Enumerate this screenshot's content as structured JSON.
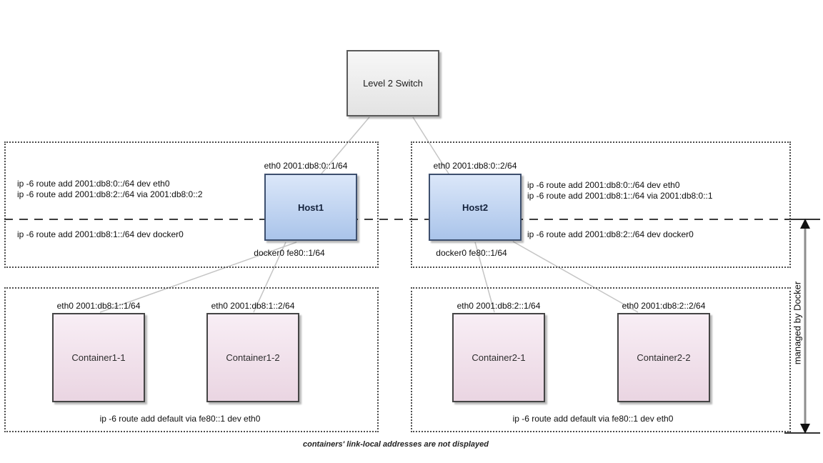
{
  "switch": {
    "label": "Level 2 Switch"
  },
  "hosts": [
    {
      "name": "Host1",
      "eth0_label": "eth0 2001:db8:0::1/64",
      "docker0_label": "docker0 fe80::1/64",
      "admin_routes": [
        "ip -6 route add 2001:db8:0::/64 dev eth0",
        "ip -6 route add 2001:db8:2::/64 via 2001:db8:0::2"
      ],
      "docker_route": "ip -6 route add 2001:db8:1::/64 dev docker0"
    },
    {
      "name": "Host2",
      "eth0_label": "eth0 2001:db8:0::2/64",
      "docker0_label": "docker0 fe80::1/64",
      "admin_routes": [
        "ip -6 route add 2001:db8:0::/64 dev eth0",
        "ip -6 route add 2001:db8:1::/64 via 2001:db8:0::1"
      ],
      "docker_route": "ip -6 route add 2001:db8:2::/64 dev docker0"
    }
  ],
  "containers": [
    {
      "name": "Container1-1",
      "eth0_label": "eth0 2001:db8:1::1/64"
    },
    {
      "name": "Container1-2",
      "eth0_label": "eth0 2001:db8:1::2/64"
    },
    {
      "name": "Container2-1",
      "eth0_label": "eth0 2001:db8:2::1/64"
    },
    {
      "name": "Container2-2",
      "eth0_label": "eth0 2001:db8:2::2/64"
    }
  ],
  "container_groups": [
    {
      "default_route": "ip -6 route add default via fe80::1 dev eth0"
    },
    {
      "default_route": "ip -6 route add default via fe80::1 dev eth0"
    }
  ],
  "annotations": {
    "managed_by": "managed by Docker",
    "footnote": "containers' link-local addresses are not displayed"
  },
  "colors": {
    "host_fill_top": "#dbe7f9",
    "host_fill_bottom": "#aac4ea",
    "host_border": "#3d4f6e",
    "container_fill_top": "#f8eef5",
    "container_fill_bottom": "#ead5e2",
    "container_border": "#454545",
    "switch_fill_top": "#f7f7f7",
    "switch_fill_bottom": "#e3e3e3",
    "switch_border": "#5a5a5a",
    "zone_border": "#4d4d4d",
    "connector": "#c5c5c5",
    "divider": "#3d3d3d",
    "arrow_shaft": "#8e8e8e",
    "arrow_head": "#111111"
  }
}
